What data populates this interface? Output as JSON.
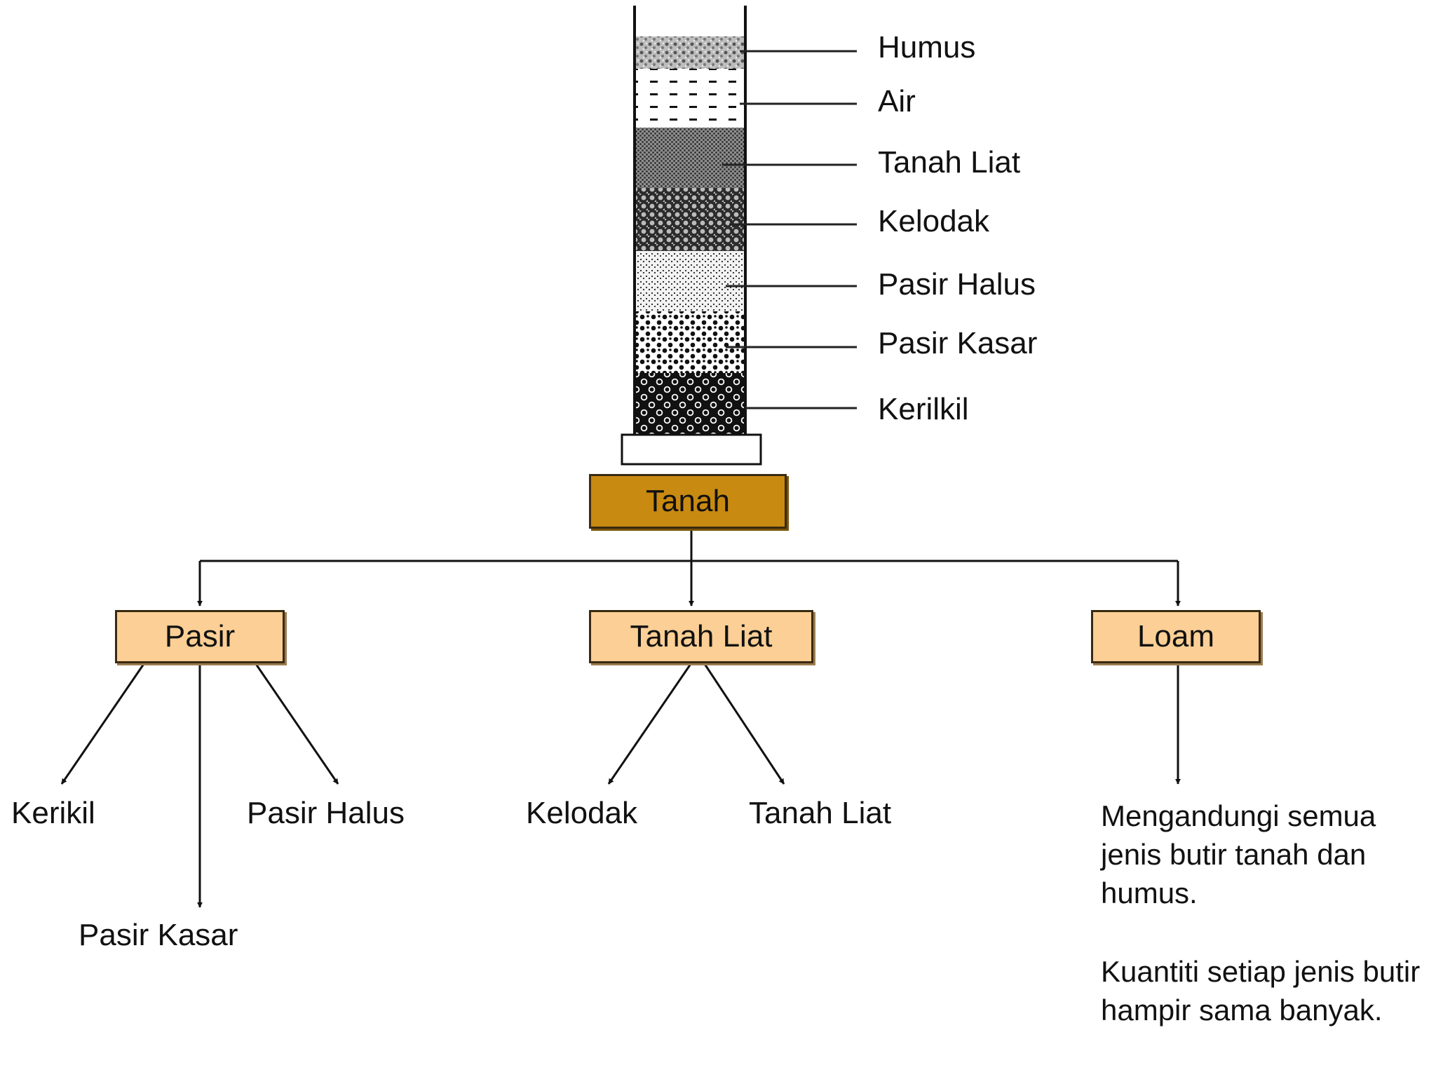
{
  "soil_column": {
    "layers": [
      {
        "name": "Humus"
      },
      {
        "name": "Air"
      },
      {
        "name": "Tanah Liat"
      },
      {
        "name": "Kelodak"
      },
      {
        "name": "Pasir Halus"
      },
      {
        "name": "Pasir Kasar"
      },
      {
        "name": "Kerilkil"
      }
    ]
  },
  "tree": {
    "root": "Tanah",
    "children": [
      {
        "label": "Pasir",
        "leaves": [
          "Kerikil",
          "Pasir Kasar",
          "Pasir Halus"
        ]
      },
      {
        "label": "Tanah Liat",
        "leaves": [
          "Kelodak",
          "Tanah Liat"
        ]
      },
      {
        "label": "Loam",
        "notes": [
          "Mengandungi semua jenis butir tanah dan humus.",
          "Kuantiti setiap jenis butir hampir sama banyak."
        ]
      }
    ]
  }
}
